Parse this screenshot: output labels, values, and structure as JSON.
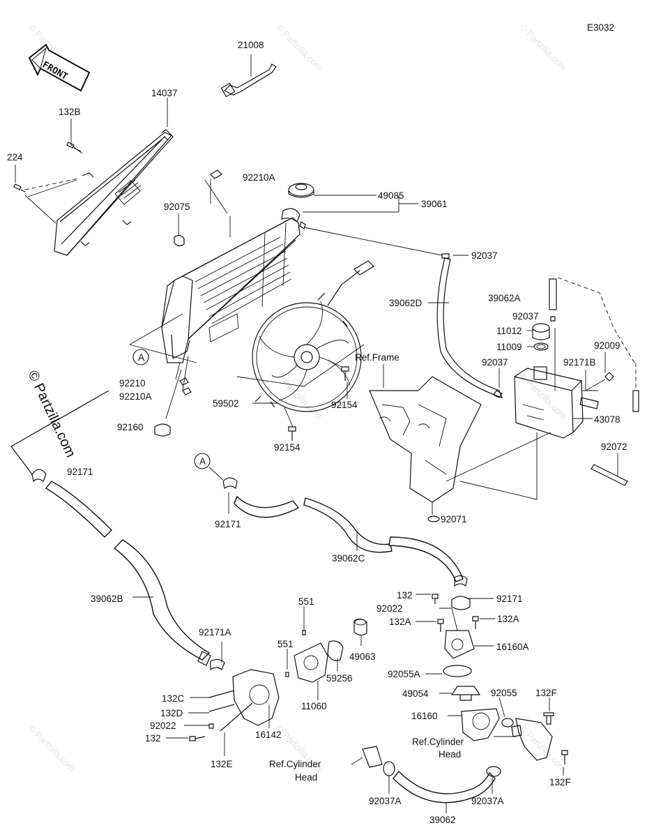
{
  "diagram": {
    "code": "E3032",
    "front_label": "FRONT",
    "watermark": "© Partzilla.com",
    "side_watermark": "© Partzilla.com",
    "callouts": {
      "p21008": "21008",
      "p14037": "14037",
      "p132B": "132B",
      "p224": "224",
      "p92210A_top": "92210A",
      "p49085": "49085",
      "p39061": "39061",
      "p92075": "92075",
      "p92037_a": "92037",
      "p39062A": "39062A",
      "p92037_b": "92037",
      "p39062D": "39062D",
      "p11012": "11012",
      "p11009": "11009",
      "p92009": "92009",
      "p92037_c": "92037",
      "p92171B": "92171B",
      "ref_frame": "Ref.Frame",
      "circle_A1": "A",
      "p92210": "92210",
      "p92210A_low": "92210A",
      "p59502": "59502",
      "p92154_a": "92154",
      "p43078": "43078",
      "p92160": "92160",
      "p92154_b": "92154",
      "p92072": "92072",
      "p92171_a": "92171",
      "circle_A2": "A",
      "p92171_b": "92171",
      "p92071": "92071",
      "p39062C": "39062C",
      "p132_a": "132",
      "p92171_c": "92171",
      "p92022_a": "92022",
      "p132A_l": "132A",
      "p132A_r": "132A",
      "p39062B": "39062B",
      "p551_a": "551",
      "p16160A": "16160A",
      "p92171A": "92171A",
      "p49063": "49063",
      "p551_b": "551",
      "p92055A": "92055A",
      "p59256": "59256",
      "p49054": "49054",
      "p92055": "92055",
      "p132F_a": "132F",
      "p132C": "132C",
      "p11060": "11060",
      "p16160": "16160",
      "p132D": "132D",
      "ref_cyl_head_r1": "Ref.Cylinder",
      "ref_cyl_head_r2": "Head",
      "p92022_b": "92022",
      "p16142": "16142",
      "p132_b": "132",
      "p132E": "132E",
      "ref_cyl_head_l1": "Ref.Cylinder",
      "ref_cyl_head_l2": "Head",
      "p132F_b": "132F",
      "p92037A_l": "92037A",
      "p92037A_r": "92037A",
      "p39062": "39062"
    }
  }
}
